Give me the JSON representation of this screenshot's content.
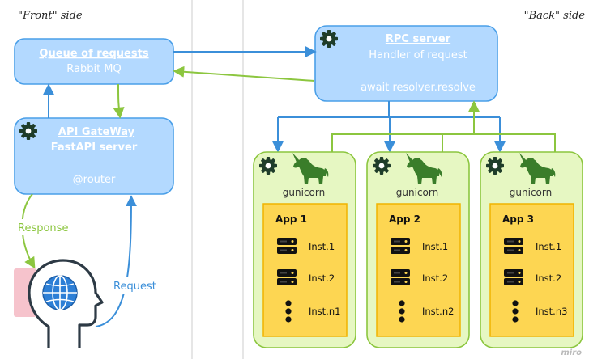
{
  "sides": {
    "front": "\"Front\" side",
    "back": "\"Back\" side"
  },
  "queue_box": {
    "title": "Queue of requests",
    "subtitle": "Rabbit MQ"
  },
  "rpc_box": {
    "title": "RPC server",
    "subtitle": "Handler of request",
    "code": "await resolver.resolve"
  },
  "gateway_box": {
    "title": "API GateWay",
    "subtitle": "FastAPI server",
    "code": "@router"
  },
  "arrow_labels": {
    "response": "Response",
    "request": "Request"
  },
  "workers": [
    {
      "server_label": "gunicorn",
      "app_label": "App 1",
      "instances": [
        "Inst.1",
        "Inst.2",
        "Inst.n1"
      ]
    },
    {
      "server_label": "gunicorn",
      "app_label": "App 2",
      "instances": [
        "Inst.1",
        "Inst.2",
        "Inst.n2"
      ]
    },
    {
      "server_label": "gunicorn",
      "app_label": "App 3",
      "instances": [
        "Inst.1",
        "Inst.2",
        "Inst.n3"
      ]
    }
  ],
  "brand": "miro",
  "colors": {
    "box_fill": "#b3d9ff",
    "box_stroke": "#4a9fe8",
    "worker_fill": "#e6f7c2",
    "worker_stroke": "#8cc63f",
    "app_fill": "#fdd652",
    "app_stroke": "#f0b400",
    "arrow_blue": "#3b8fd9",
    "arrow_green": "#8cc63f",
    "gear": "#1f3d2a",
    "unicorn": "#3a7d2a",
    "head": "#2d3a45",
    "globe": "#2d7fd6",
    "pink": "#f6c3cc"
  },
  "icons": {
    "gear": "gear-icon",
    "unicorn": "unicorn-icon",
    "server": "server-icon",
    "more": "more-dots-icon",
    "user": "user-head-globe-icon"
  }
}
